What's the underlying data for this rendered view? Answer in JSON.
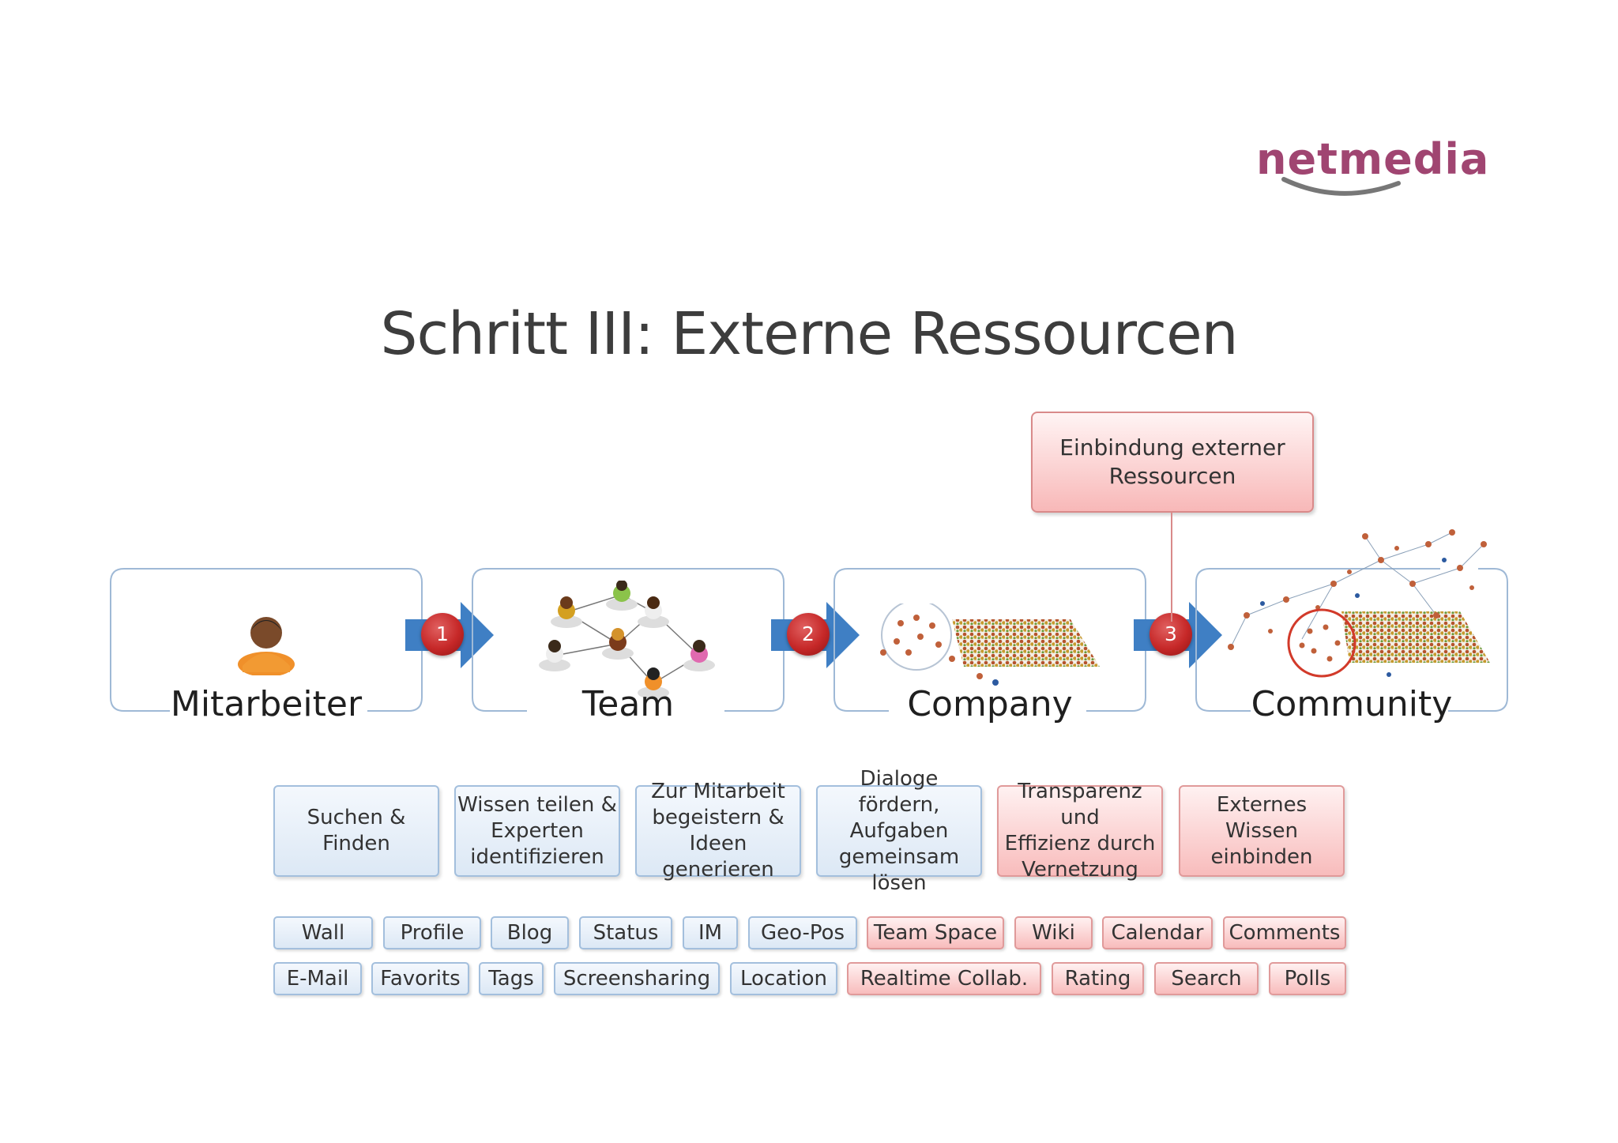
{
  "logo": {
    "text": "netmedia"
  },
  "title": "Schritt III: Externe Ressourcen",
  "stages": [
    {
      "label": "Mitarbeiter"
    },
    {
      "label": "Team"
    },
    {
      "label": "Company"
    },
    {
      "label": "Community"
    }
  ],
  "steps": [
    "1",
    "2",
    "3"
  ],
  "callout": "Einbindung externer\nRessourcen",
  "goals": [
    "Suchen & Finden",
    "Wissen teilen &\nExperten\nidentifizieren",
    "Zur Mitarbeit\nbegeistern &\nIdeen generieren",
    "Dialoge fördern,\nAufgaben\ngemeinsam lösen",
    "Transparenz und\nEffizienz durch\nVernetzung",
    "Externes Wissen\neinbinden"
  ],
  "tags_row1": [
    "Wall",
    "Profile",
    "Blog",
    "Status",
    "IM",
    "Geo-Pos",
    "Team Space",
    "Wiki",
    "Calendar",
    "Comments"
  ],
  "tags_row2": [
    "E-Mail",
    "Favorits",
    "Tags",
    "Screensharing",
    "Location",
    "Realtime Collab.",
    "Rating",
    "Search",
    "Polls"
  ],
  "colors": {
    "blue_box": "#dce8f5",
    "red_box": "#f8bcbc",
    "arrow": "#3f7fc4",
    "badge": "#c62828",
    "logo": "#a04571"
  }
}
